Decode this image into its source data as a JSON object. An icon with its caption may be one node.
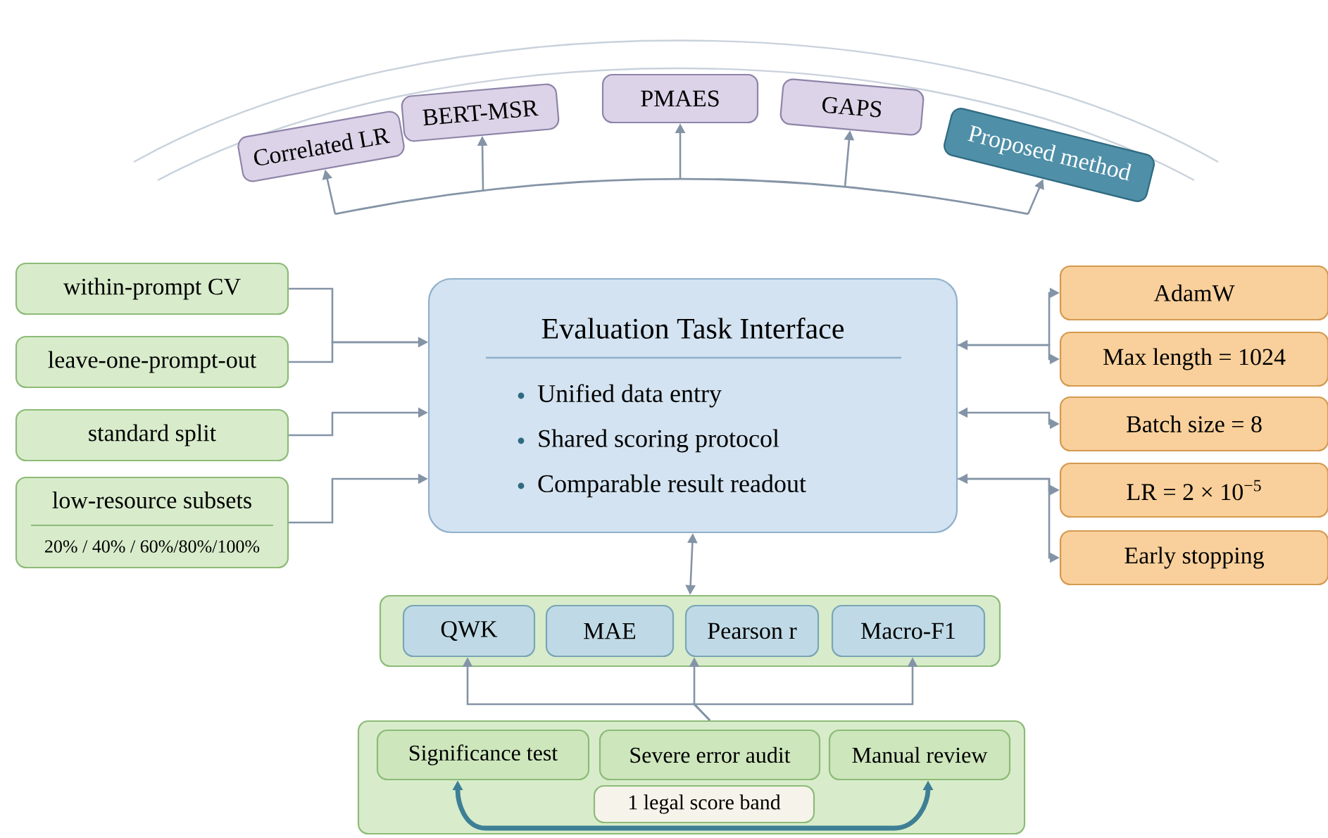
{
  "diagram": {
    "nodes": [
      {
        "text": [
          "Evaluation Task Interface",
          "Unified data entry",
          "Shared scoring protocol",
          "Comparable result readout"
        ]
      },
      {
        "text": [
          "Correlated LR"
        ]
      },
      {
        "text": [
          "BERT-MSR"
        ]
      },
      {
        "text": [
          "PMAES"
        ]
      },
      {
        "text": [
          "GAPS"
        ]
      },
      {
        "text": [
          "Proposed method"
        ]
      },
      {
        "text": [
          "within-prompt CV"
        ]
      },
      {
        "text": [
          "leave-one-prompt-out"
        ]
      },
      {
        "text": [
          "standard split"
        ]
      },
      {
        "text": [
          "low-resource subsets",
          "20% / 40% / 60%/80%/100%"
        ]
      },
      {
        "text": [
          "AdamW"
        ]
      },
      {
        "text": [
          "Max length = 1024"
        ]
      },
      {
        "text": [
          "Batch size = 8"
        ]
      },
      {
        "text": [
          "LR = 2 × 10$^{−5}$"
        ]
      },
      {
        "text": [
          "Early stopping"
        ]
      },
      {
        "text": [],
        "shape": "box"
      },
      {
        "text": [
          "QWK"
        ],
        "in": 15
      },
      {
        "text": [
          "MAE"
        ],
        "in": 15
      },
      {
        "text": [
          "Pearson r"
        ],
        "in": 15
      },
      {
        "text": [
          "Macro-F1"
        ],
        "in": 15
      },
      {
        "text": [],
        "shape": "box"
      },
      {
        "text": [
          "Significance test"
        ],
        "in": 20
      },
      {
        "text": [
          "Severe error audit"
        ],
        "in": 20
      },
      {
        "text": [
          "Manual review"
        ],
        "in": 20
      },
      {
        "text": [
          "1 legal score band"
        ],
        "in": 20
      }
    ],
    "edges": [
      {
        "from": null,
        "to": 1,
        "arrow": "to"
      },
      {
        "from": null,
        "to": 2,
        "arrow": "to"
      },
      {
        "from": null,
        "to": 3,
        "arrow": "to"
      },
      {
        "from": null,
        "to": 4,
        "arrow": "to"
      },
      {
        "from": null,
        "to": 5,
        "arrow": "to"
      },
      {
        "from": 6,
        "to": 0,
        "arrow": "to"
      },
      {
        "from": 7,
        "to": 0,
        "arrow": "to"
      },
      {
        "from": 8,
        "to": 0,
        "arrow": "to"
      },
      {
        "from": 9,
        "to": 0,
        "arrow": "to"
      },
      {
        "from": 0,
        "to": 10,
        "arrow": "to"
      },
      {
        "from": 0,
        "to": 11,
        "arrow": "both"
      },
      {
        "from": 0,
        "to": 12,
        "arrow": "both"
      },
      {
        "from": 0,
        "to": 13,
        "arrow": "both"
      },
      {
        "from": 0,
        "to": 14,
        "arrow": "to"
      },
      {
        "from": 0,
        "to": 15,
        "arrow": "both"
      },
      {
        "from": 22,
        "to": 16,
        "arrow": "to"
      },
      {
        "from": 22,
        "to": 18,
        "arrow": "to"
      },
      {
        "from": 22,
        "to": 19,
        "arrow": "to"
      },
      {
        "from": 21,
        "to": 23,
        "arrow": "both",
        "style": "thick",
        "color": "#3e7f95"
      }
    ]
  }
}
